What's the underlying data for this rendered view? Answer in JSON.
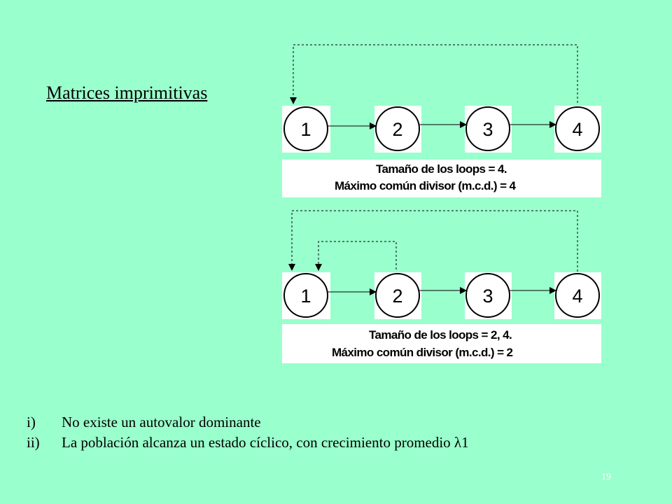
{
  "title": "Matrices imprimitivas",
  "diagrams": [
    {
      "nodes": [
        "1",
        "2",
        "3",
        "4"
      ],
      "caption_line1": "Tamaño de los  loops = 4.",
      "caption_line2": "Máximo común divisor (m.c.d.) = 4"
    },
    {
      "nodes": [
        "1",
        "2",
        "3",
        "4"
      ],
      "caption_line1": "Tamaño de los  loops = 2, 4.",
      "caption_line2": "Máximo común divisor (m.c.d.) = 2"
    }
  ],
  "list": [
    {
      "marker": "i)",
      "text": "No existe un autovalor dominante"
    },
    {
      "marker": "ii)",
      "text": "La población alcanza un estado cíclico, con crecimiento promedio λ1"
    }
  ],
  "page_number": "19"
}
